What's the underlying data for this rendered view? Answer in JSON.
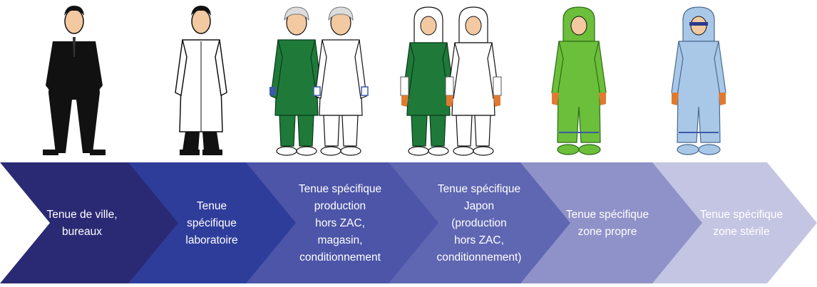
{
  "steps": [
    {
      "lines": [
        "Tenue de ville,",
        "bureaux"
      ],
      "color": "#2a2a74",
      "text_color": "#ffffff"
    },
    {
      "lines": [
        "Tenue",
        "spécifique",
        "laboratoire"
      ],
      "color": "#2f3d9a",
      "text_color": "#ffffff"
    },
    {
      "lines": [
        "Tenue spécifique",
        "production",
        "hors ZAC,",
        "magasin,",
        "conditionnement"
      ],
      "color": "#4c55a8",
      "text_color": "#ffffff"
    },
    {
      "lines": [
        "Tenue spécifique",
        "Japon",
        "(production",
        "hors ZAC,",
        "conditionnement)"
      ],
      "color": "#5f66b2",
      "text_color": "#ffffff"
    },
    {
      "lines": [
        "Tenue spécifique",
        "zone propre"
      ],
      "color": "#8f92c8",
      "text_color": "#ffffff"
    },
    {
      "lines": [
        "Tenue spécifique",
        "zone stérile"
      ],
      "color": "#c4c5e3",
      "text_color": "#ffffff"
    }
  ],
  "figures": [
    {
      "icon": "business-suit-person-icon",
      "body": "#111111",
      "pants": "#111111",
      "hair": "#111111"
    },
    {
      "icon": "lab-coat-person-icon",
      "body": "#ffffff",
      "pants": "#111111",
      "hair": "#111111"
    },
    {
      "icon": "green-production-outfit-person-icon",
      "body": "#1f7a3a",
      "pants": "#1f7a3a",
      "hair": "#cccccc"
    },
    {
      "icon": "white-production-outfit-person-icon",
      "body": "#ffffff",
      "pants": "#ffffff",
      "hair": "#cccccc"
    },
    {
      "icon": "green-hooded-japan-outfit-person-icon",
      "body": "#1f7a3a",
      "pants": "#1f7a3a",
      "hair": "#ffffff"
    },
    {
      "icon": "white-hooded-japan-outfit-person-icon",
      "body": "#ffffff",
      "pants": "#ffffff",
      "hair": "#ffffff"
    },
    {
      "icon": "green-cleanroom-suit-person-icon",
      "body": "#6cbf3a",
      "pants": "#6cbf3a",
      "hair": "#6cbf3a"
    },
    {
      "icon": "blue-sterile-suit-person-icon",
      "body": "#a9c8e8",
      "pants": "#a9c8e8",
      "hair": "#a9c8e8"
    }
  ]
}
